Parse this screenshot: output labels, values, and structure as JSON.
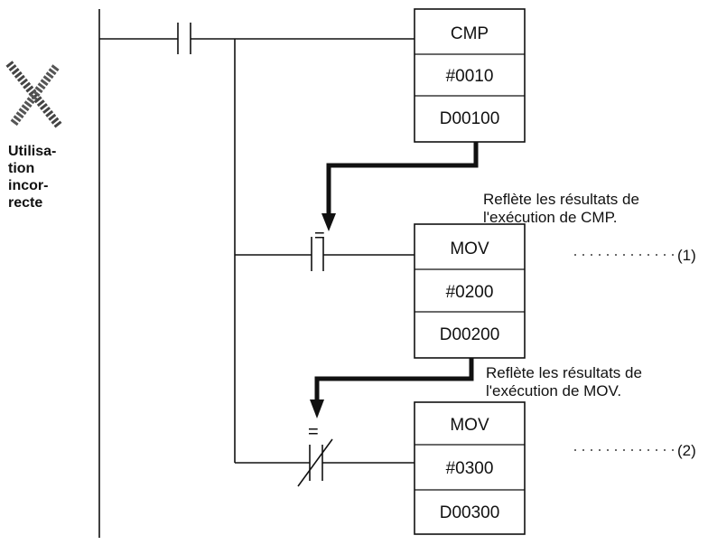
{
  "side_label": {
    "lines": [
      "Utilisa-",
      "tion",
      "incor-",
      "recte"
    ]
  },
  "blocks": [
    {
      "mnemonic": "CMP",
      "operand1": "#0010",
      "operand2": "D00100"
    },
    {
      "mnemonic": "MOV",
      "operand1": "#0200",
      "operand2": "D00200",
      "marker": "(1)"
    },
    {
      "mnemonic": "MOV",
      "operand1": "#0300",
      "operand2": "D00300",
      "marker": "(2)"
    }
  ],
  "annotations": [
    {
      "line1": "Reflète les résultats de",
      "line2": "l'exécution de CMP."
    },
    {
      "line1": "Reflète les résultats de",
      "line2": "l'exécution de MOV."
    }
  ],
  "contacts": [
    {
      "type": "normally-open"
    },
    {
      "type": "equals-flag-normally-open",
      "flag_symbol": "="
    },
    {
      "type": "equals-flag-normally-closed",
      "flag_symbol": "="
    }
  ],
  "icons": {
    "incorrect_usage": "cross-mark-icon"
  },
  "colors": {
    "line": "#111111",
    "background": "#ffffff"
  }
}
